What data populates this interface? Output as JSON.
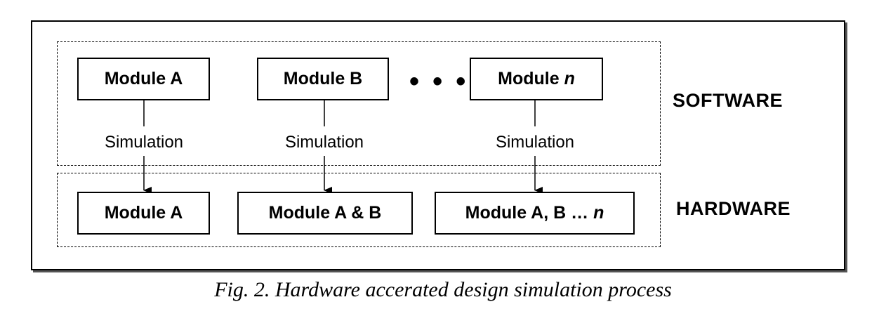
{
  "diagram": {
    "software_label": "SOFTWARE",
    "hardware_label": "HARDWARE",
    "software_modules": [
      {
        "label": "Module A"
      },
      {
        "label": "Module B"
      },
      {
        "label_prefix": "Module ",
        "label_italic": "n"
      }
    ],
    "ellipsis": "• • •",
    "simulation_labels": [
      "Simulation",
      "Simulation",
      "Simulation"
    ],
    "hardware_modules": [
      {
        "label": "Module A"
      },
      {
        "label": "Module A & B"
      },
      {
        "label_prefix": "Module A, B … ",
        "label_italic": "n"
      }
    ]
  },
  "caption": "Fig. 2. Hardware accerated design simulation process"
}
